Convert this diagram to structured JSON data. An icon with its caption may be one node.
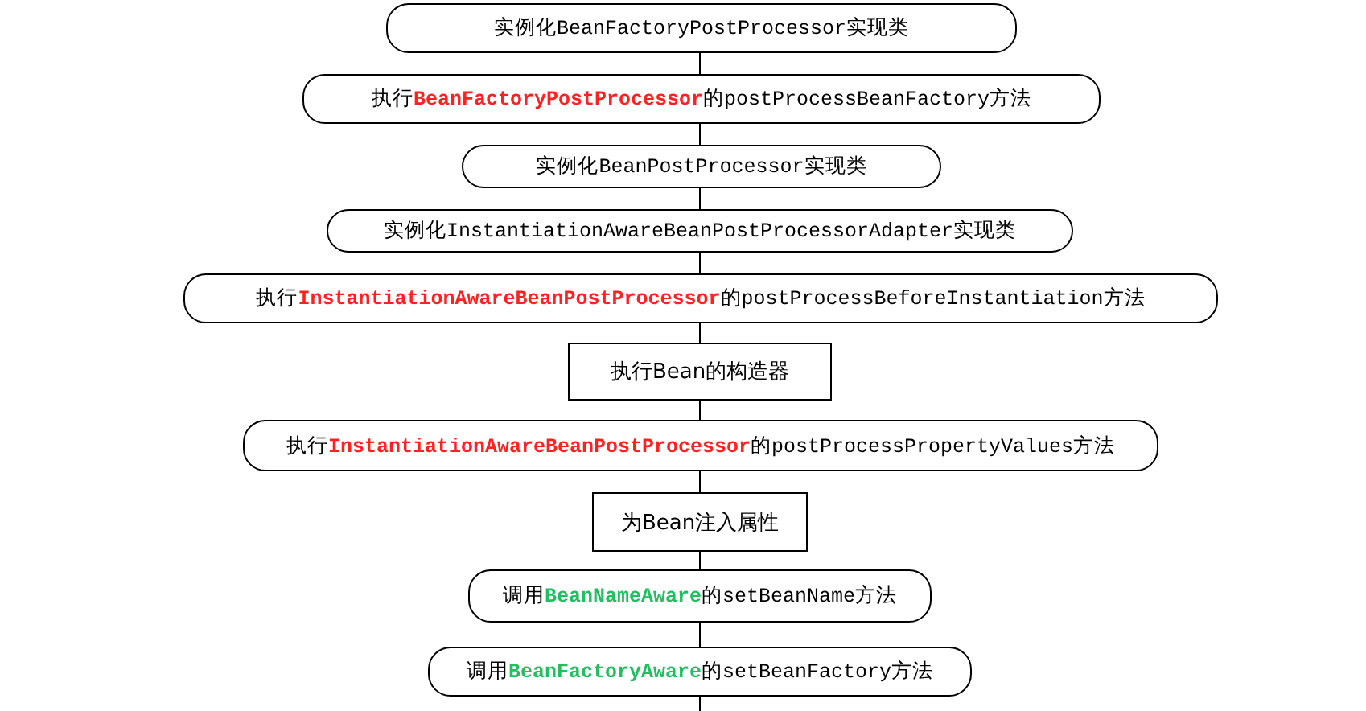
{
  "diagram": {
    "nodes": [
      {
        "text": [
          "实例化BeanFactoryPostProcessor实现类"
        ]
      },
      {
        "text": [
          "执行**BeanFactoryPostProcessor**的postProcessBeanFactory方法"
        ]
      },
      {
        "text": [
          "实例化BeanPostProcessor实现类"
        ]
      },
      {
        "text": [
          "实例化InstantiationAwareBeanPostProcessorAdapter实现类"
        ]
      },
      {
        "text": [
          "执行**InstantiationAwareBeanPostProcessor**的postProcessBeforeInstantiation方法"
        ]
      },
      {
        "text": [
          "执行Bean的构造器"
        ]
      },
      {
        "text": [
          "执行**InstantiationAwareBeanPostProcessor**的postProcessPropertyValues方法"
        ]
      },
      {
        "text": [
          "为Bean注入属性"
        ]
      },
      {
        "text": [
          "调用**BeanNameAware**的setBeanName方法"
        ]
      },
      {
        "text": [
          "调用**BeanFactoryAware**的setBeanFactory方法"
        ]
      }
    ],
    "edges": [
      {
        "from": 0,
        "to": 1,
        "arrow": "none"
      },
      {
        "from": 1,
        "to": 2,
        "arrow": "none"
      },
      {
        "from": 2,
        "to": 3,
        "arrow": "none"
      },
      {
        "from": 3,
        "to": 4,
        "arrow": "none"
      },
      {
        "from": 4,
        "to": 5,
        "arrow": "none"
      },
      {
        "from": 5,
        "to": 6,
        "arrow": "none"
      },
      {
        "from": 6,
        "to": 7,
        "arrow": "none"
      },
      {
        "from": 7,
        "to": 8,
        "arrow": "none"
      },
      {
        "from": 8,
        "to": 9,
        "arrow": "none"
      },
      {
        "from": 9,
        "to": null,
        "arrow": "none"
      }
    ]
  }
}
